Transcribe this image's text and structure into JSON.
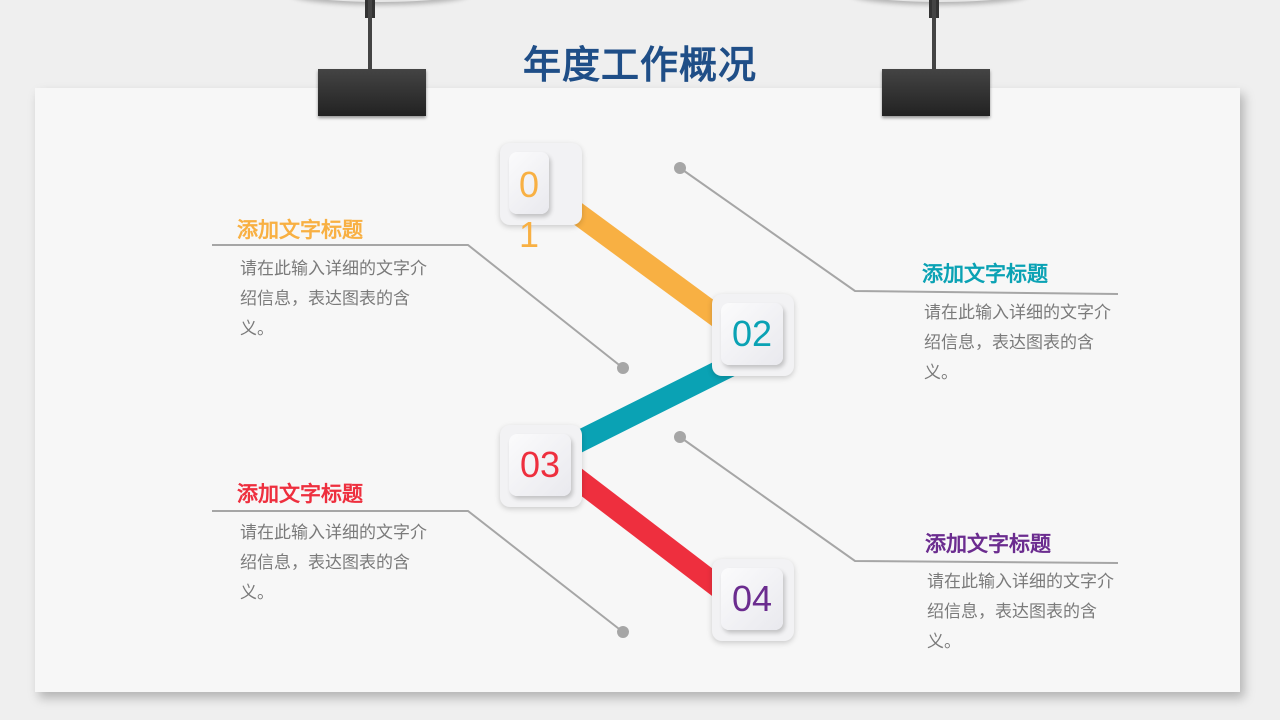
{
  "title": "年度工作概况",
  "colors": {
    "orange": "#f8b043",
    "teal": "#0aa2b4",
    "red": "#ee2f3e",
    "purple": "#6b2c8f",
    "title": "#1f4e87"
  },
  "steps": [
    {
      "number": "01",
      "heading": "添加文字标题",
      "body": "请在此输入详细的文字介绍信息，表达图表的含义。"
    },
    {
      "number": "02",
      "heading": "添加文字标题",
      "body": "请在此输入详细的文字介绍信息，表达图表的含义。"
    },
    {
      "number": "03",
      "heading": "添加文字标题",
      "body": "请在此输入详细的文字介绍信息，表达图表的含义。"
    },
    {
      "number": "04",
      "heading": "添加文字标题",
      "body": "请在此输入详细的文字介绍信息，表达图表的含义。"
    }
  ]
}
